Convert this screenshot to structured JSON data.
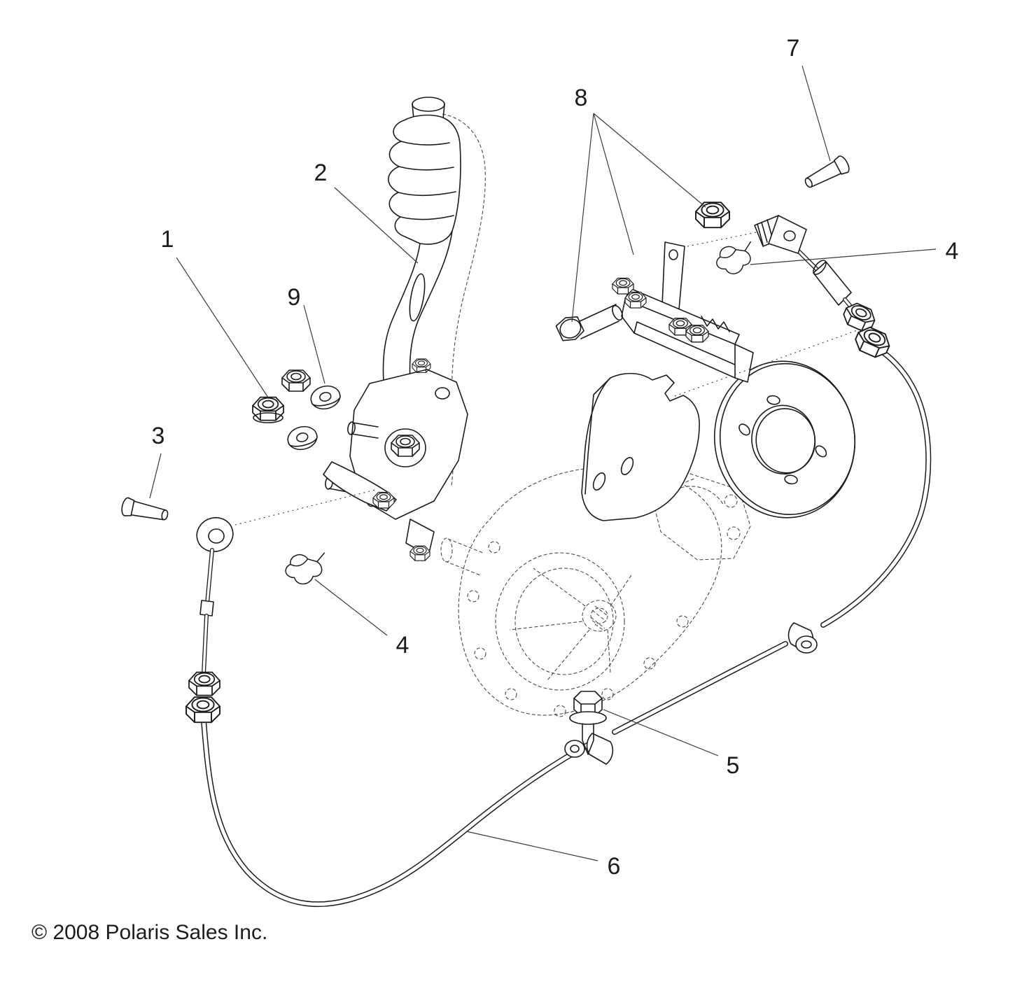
{
  "colors": {
    "ink": "#1c1c1c",
    "paper": "#ffffff",
    "leader": "#3a3a3a",
    "phantom": "#4a4a4a"
  },
  "footer": {
    "copyright": "© 2008 Polaris Sales Inc."
  },
  "callouts": [
    {
      "label": "1"
    },
    {
      "label": "2"
    },
    {
      "label": "3"
    },
    {
      "label": "4"
    },
    {
      "label": "4"
    },
    {
      "label": "5"
    },
    {
      "label": "6"
    },
    {
      "label": "7"
    },
    {
      "label": "8"
    },
    {
      "label": "9"
    }
  ]
}
